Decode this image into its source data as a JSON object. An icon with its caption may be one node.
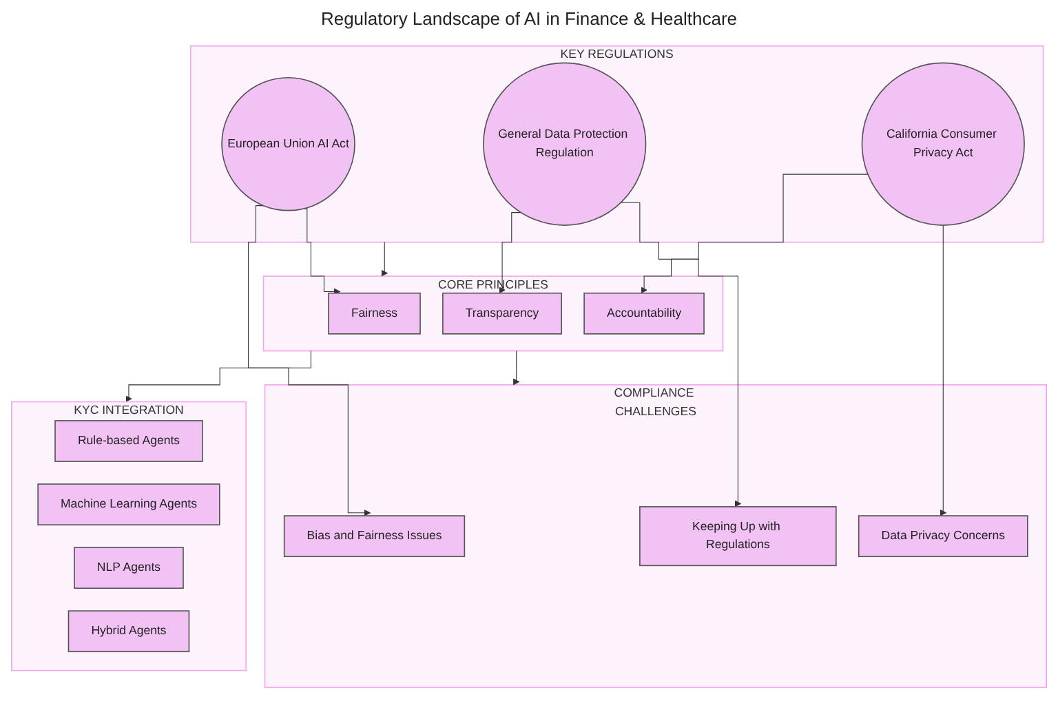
{
  "diagram": {
    "title": "Regulatory Landscape of AI in Finance & Healthcare",
    "nodes": [
      {
        "text": [
          "KEY REGULATIONS"
        ]
      },
      {
        "text": [
          "European Union AI Act"
        ],
        "in": 0
      },
      {
        "text": [
          "General Data Protection Regulation"
        ],
        "in": 0
      },
      {
        "text": [
          "California Consumer Privacy Act"
        ],
        "in": 0
      },
      {
        "text": [
          "CORE PRINCIPLES"
        ]
      },
      {
        "text": [
          "Fairness"
        ],
        "in": 4
      },
      {
        "text": [
          "Transparency"
        ],
        "in": 4
      },
      {
        "text": [
          "Accountability"
        ],
        "in": 4
      },
      {
        "text": [
          "KYC INTEGRATION"
        ]
      },
      {
        "text": [
          "Rule-based Agents"
        ],
        "in": 8
      },
      {
        "text": [
          "Machine Learning Agents"
        ],
        "in": 8
      },
      {
        "text": [
          "NLP Agents"
        ],
        "in": 8
      },
      {
        "text": [
          "Hybrid Agents"
        ],
        "in": 8
      },
      {
        "text": [
          "COMPLIANCE CHALLENGES"
        ]
      },
      {
        "text": [
          "Bias and Fairness Issues"
        ],
        "in": 13
      },
      {
        "text": [
          "Keeping Up with Regulations"
        ],
        "in": 13
      },
      {
        "text": [
          "Data Privacy Concerns"
        ],
        "in": 13
      }
    ],
    "edges": [
      {
        "from": 1,
        "to": 14,
        "arrow": "to"
      },
      {
        "from": 1,
        "to": 5,
        "arrow": "to"
      },
      {
        "from": 0,
        "to": 4,
        "arrow": "to"
      },
      {
        "from": 2,
        "to": 6,
        "arrow": "to"
      },
      {
        "from": 2,
        "to": 15,
        "arrow": "to"
      },
      {
        "from": 3,
        "to": 7,
        "arrow": "to"
      },
      {
        "from": 3,
        "to": 16,
        "arrow": "to"
      },
      {
        "from": 4,
        "to": 8,
        "arrow": "to"
      },
      {
        "from": 4,
        "to": 13,
        "arrow": "to"
      }
    ]
  }
}
